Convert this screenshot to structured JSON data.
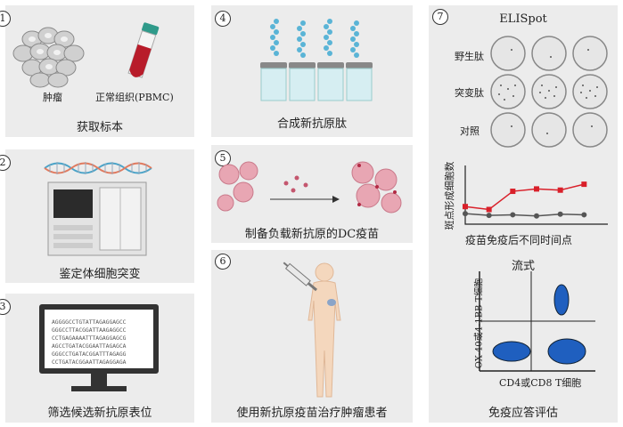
{
  "panels": {
    "p1": {
      "number": "1",
      "caption": "获取标本",
      "label_tumor": "肿瘤",
      "label_normal": "正常组织(PBMC)"
    },
    "p2": {
      "number": "2",
      "caption": "鉴定体细胞突变"
    },
    "p3": {
      "number": "3",
      "caption": "筛选候选新抗原表位",
      "sequences": [
        "AGGGGCCTGTATTAGAGGAGCC",
        "GGGCCTTACGGATTAAGAGGCC",
        "CCTGAGAAAATTTAGAGGAGCG",
        "AGCCTGATACGGAATTAGAGCA",
        "GGGCCTGATACGGATTTAGAGG",
        "CCTGATACGGAATTAGAGGAGA"
      ]
    },
    "p4": {
      "number": "4",
      "caption": "合成新抗原肽"
    },
    "p5": {
      "number": "5",
      "caption": "制备负载新抗原的DC疫苗"
    },
    "p6": {
      "number": "6",
      "caption": "使用新抗原疫苗治疗肿瘤患者"
    },
    "p7": {
      "number": "7",
      "elispot_title": "ELISpot",
      "row_labels": [
        "野生肽",
        "突变肽",
        "对照"
      ],
      "line_ylabel": "斑点形成细胞数",
      "line_xlabel": "疫苗免疫后不同时间点",
      "flow_title": "流式",
      "flow_ylabel": "OX-40或4-1BB T细胞",
      "flow_xlabel": "CD4或CD8 T细胞",
      "caption": "免疫应答评估"
    }
  },
  "colors": {
    "panel_bg": "#ececec",
    "cell_pink": "#e8a6b3",
    "blood_red": "#b81c2a",
    "peptide_blue": "#5ab4d6",
    "ellipse_blue": "#1f5fbf",
    "series_red": "#d9202a",
    "series_gray": "#555555"
  },
  "chart_data": {
    "type": "line",
    "title": "",
    "xlabel": "疫苗免疫后不同时间点",
    "ylabel": "斑点形成细胞数",
    "x": [
      1,
      2,
      3,
      4,
      5,
      6,
      7
    ],
    "ylim": [
      0,
      10
    ],
    "series": [
      {
        "name": "",
        "color": "#d9202a",
        "values": [
          3.0,
          2.5,
          5.6,
          6.0,
          5.8,
          6.8,
          null
        ]
      },
      {
        "name": "",
        "color": "#555555",
        "values": [
          1.8,
          1.5,
          1.6,
          1.4,
          1.7,
          1.6,
          null
        ]
      }
    ]
  }
}
